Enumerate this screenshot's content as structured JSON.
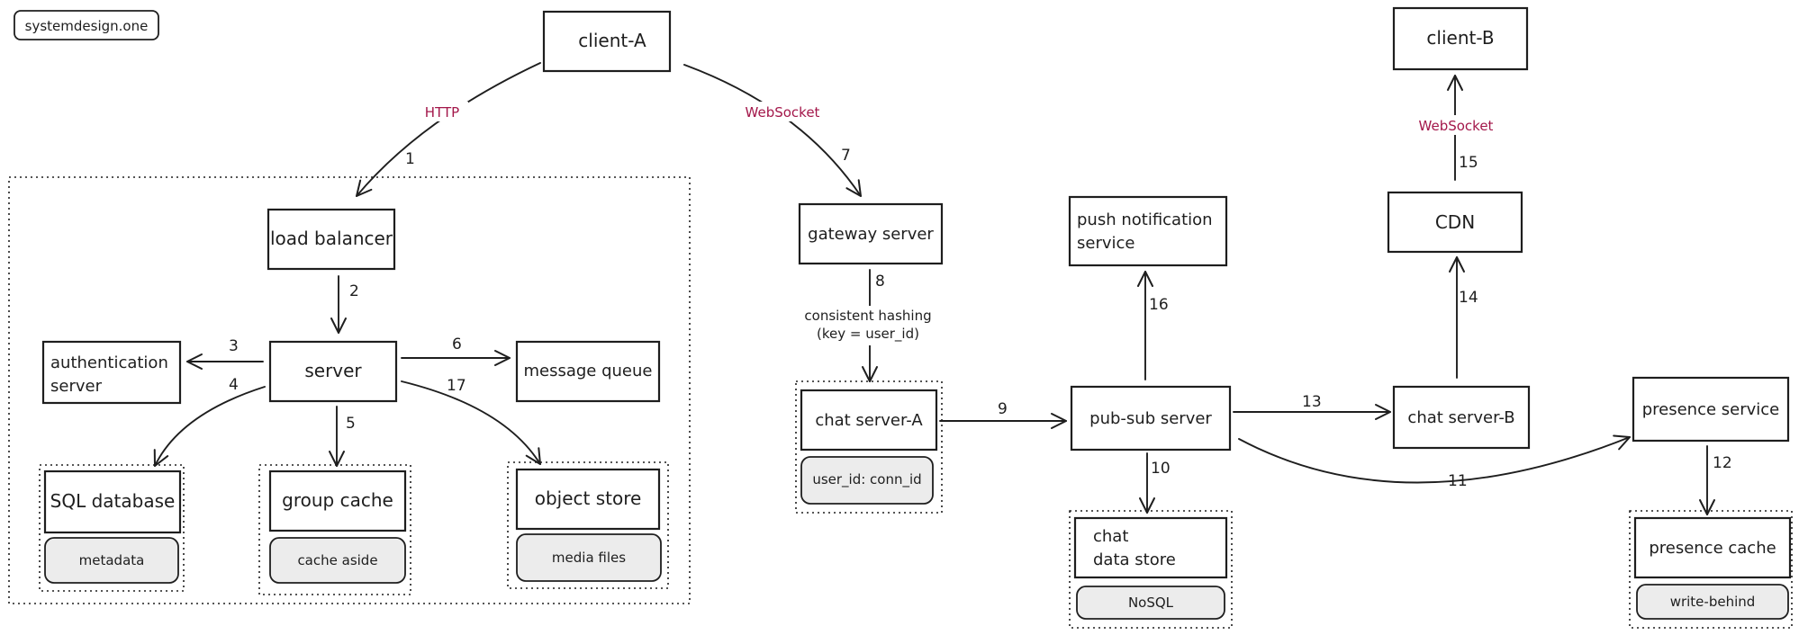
{
  "brand": "systemdesign.one",
  "nodes": {
    "client_a": "client-A",
    "client_b": "client-B",
    "load_balancer": "load balancer",
    "server": "server",
    "auth_server": [
      "authentication",
      "server"
    ],
    "message_queue": "message queue",
    "sql_database": "SQL database",
    "sql_database_note": "metadata",
    "group_cache": "group cache",
    "group_cache_note": "cache aside",
    "object_store": "object store",
    "object_store_note": "media files",
    "gateway_server": "gateway server",
    "chat_server_a": "chat server-A",
    "chat_server_a_note": "user_id: conn_id",
    "push_notification": [
      "push notification",
      "service"
    ],
    "pubsub_server": "pub-sub server",
    "chat_data_store": [
      "chat",
      "data store"
    ],
    "chat_data_store_note": "NoSQL",
    "cdn": "CDN",
    "chat_server_b": "chat server-B",
    "presence_service": "presence service",
    "presence_cache": "presence cache",
    "presence_cache_note": "write-behind"
  },
  "protocols": {
    "http": "HTTP",
    "websocket_a": "WebSocket",
    "websocket_b": "WebSocket"
  },
  "annotations": {
    "hashing": [
      "consistent hashing",
      "(key = user_id)"
    ]
  },
  "steps": {
    "s1": "1",
    "s2": "2",
    "s3": "3",
    "s4": "4",
    "s5": "5",
    "s6": "6",
    "s7": "7",
    "s8": "8",
    "s9": "9",
    "s10": "10",
    "s11": "11",
    "s12": "12",
    "s13": "13",
    "s14": "14",
    "s15": "15",
    "s16": "16",
    "s17": "17"
  }
}
